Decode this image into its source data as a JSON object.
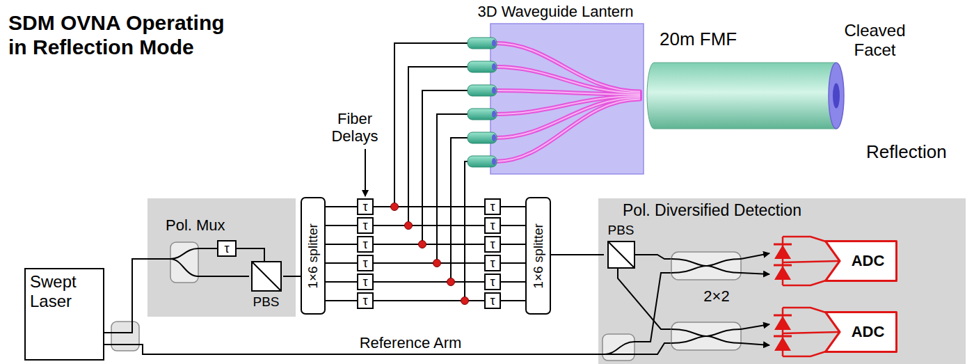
{
  "diagram": {
    "title": "SDM OVNA Operating in Reflection Mode",
    "nodes": [
      {
        "text": [
          "Swept Laser"
        ]
      },
      {
        "text": [
          "Pol. Mux"
        ]
      },
      {
        "text": [
          "τ"
        ],
        "in": 1
      },
      {
        "text": [
          "PBS"
        ],
        "in": 1
      },
      {
        "text": [
          "1×6 splitter"
        ]
      },
      {
        "text": [
          "τ"
        ]
      },
      {
        "text": [
          "τ"
        ]
      },
      {
        "text": [
          "τ"
        ]
      },
      {
        "text": [
          "τ"
        ]
      },
      {
        "text": [
          "τ"
        ]
      },
      {
        "text": [
          "τ"
        ]
      },
      {
        "text": [
          "τ"
        ]
      },
      {
        "text": [
          "τ"
        ]
      },
      {
        "text": [
          "τ"
        ]
      },
      {
        "text": [
          "τ"
        ]
      },
      {
        "text": [
          "τ"
        ]
      },
      {
        "text": [
          "τ"
        ]
      },
      {
        "text": [
          "1×6 splitter"
        ]
      },
      {
        "text": [
          "3D Waveguide Lantern"
        ]
      },
      {
        "text": [
          "20m FMF"
        ]
      },
      {
        "text": [
          "Pol. Diversified Detection"
        ]
      },
      {
        "text": [
          "PBS"
        ],
        "in": 20
      },
      {
        "text": [
          "ADC"
        ],
        "in": 20
      },
      {
        "text": [
          "ADC"
        ],
        "in": 20
      }
    ],
    "edges": [
      {
        "from": 0,
        "to": 1,
        "arrow": "none"
      },
      {
        "from": 0,
        "to": 20,
        "label": "Reference Arm",
        "arrow": "none"
      },
      {
        "from": 2,
        "to": 3,
        "arrow": "none"
      },
      {
        "from": 3,
        "to": 4,
        "arrow": "none"
      },
      {
        "from": 4,
        "to": 5,
        "arrow": "none"
      },
      {
        "from": 4,
        "to": 6,
        "arrow": "none"
      },
      {
        "from": 4,
        "to": 7,
        "arrow": "none"
      },
      {
        "from": 4,
        "to": 8,
        "arrow": "none"
      },
      {
        "from": 4,
        "to": 9,
        "arrow": "none"
      },
      {
        "from": 4,
        "to": 10,
        "arrow": "none"
      },
      {
        "from": 5,
        "to": 18,
        "arrow": "none"
      },
      {
        "from": 6,
        "to": 18,
        "arrow": "none"
      },
      {
        "from": 7,
        "to": 18,
        "arrow": "none"
      },
      {
        "from": 8,
        "to": 18,
        "arrow": "none"
      },
      {
        "from": 9,
        "to": 18,
        "arrow": "none"
      },
      {
        "from": 10,
        "to": 18,
        "arrow": "none"
      },
      {
        "from": 5,
        "to": 11,
        "arrow": "none"
      },
      {
        "from": 6,
        "to": 12,
        "arrow": "none"
      },
      {
        "from": 7,
        "to": 13,
        "arrow": "none"
      },
      {
        "from": 8,
        "to": 14,
        "arrow": "none"
      },
      {
        "from": 9,
        "to": 15,
        "arrow": "none"
      },
      {
        "from": 10,
        "to": 16,
        "arrow": "none"
      },
      {
        "from": 11,
        "to": 17,
        "arrow": "none"
      },
      {
        "from": 12,
        "to": 17,
        "arrow": "none"
      },
      {
        "from": 13,
        "to": 17,
        "arrow": "none"
      },
      {
        "from": 14,
        "to": 17,
        "arrow": "none"
      },
      {
        "from": 15,
        "to": 17,
        "arrow": "none"
      },
      {
        "from": 16,
        "to": 17,
        "arrow": "none"
      },
      {
        "from": 17,
        "to": 21,
        "arrow": "none"
      }
    ],
    "labels": [
      "Fiber Delays",
      "2×2",
      "Cleaved Facet",
      "Reflection"
    ]
  }
}
